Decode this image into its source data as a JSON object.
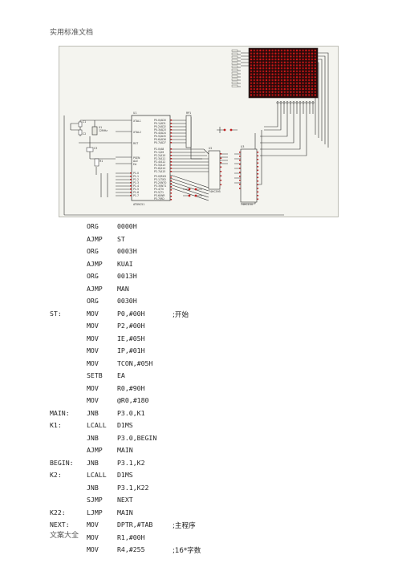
{
  "header": {
    "text": "实用标准文档"
  },
  "footer": {
    "text": "文案大全"
  },
  "schematic": {
    "labels": {
      "mcu_ref": "U1",
      "mcu_part": "AT89C51",
      "crystal_ref": "X1",
      "crystal_val": "12MHz",
      "cap1": "C1",
      "cap2": "C2",
      "cap3": "C3",
      "res1": "R1",
      "rp_ref": "RP1",
      "u2_ref": "U2",
      "u3_ref": "U3",
      "u3_part": "74HC154",
      "u2_part": "74HC595",
      "xtal1": "XTAL1",
      "xtal2": "XTAL2",
      "rst": "RST",
      "psen": "PSEN",
      "ale": "ALE",
      "ea": "EA",
      "p00": "P0.0/AD0",
      "p01": "P0.1/AD1",
      "p02": "P0.2/AD2",
      "p03": "P0.3/AD3",
      "p04": "P0.4/AD4",
      "p05": "P0.5/AD5",
      "p06": "P0.6/AD6",
      "p07": "P0.7/AD7",
      "p20": "P2.0/A8",
      "p21": "P2.1/A9",
      "p22": "P2.2/A10",
      "p23": "P2.3/A11",
      "p24": "P2.4/A12",
      "p25": "P2.5/A13",
      "p26": "P2.6/A14",
      "p27": "P2.7/A15",
      "p10": "P1.0",
      "p11": "P1.1",
      "p12": "P1.2",
      "p13": "P1.3",
      "p14": "P1.4",
      "p15": "P1.5",
      "p16": "P1.6",
      "p17": "P1.7",
      "p30": "P3.0/RXD",
      "p31": "P3.1/TXD",
      "p32": "P3.2/INT0",
      "p33": "P3.3/INT1",
      "p34": "P3.4/T0",
      "p35": "P3.5/T1",
      "p36": "P3.6/WR",
      "p37": "P3.7/RD"
    },
    "colors": {
      "wire": "#2b2b2b",
      "led_on": "#d01818",
      "led_off": "#5a1a1a",
      "pin": "#c02020",
      "body": "#f7f7f2"
    }
  },
  "code": [
    {
      "label": "",
      "op": "ORG",
      "arg": "0000H",
      "comment": ""
    },
    {
      "label": "",
      "op": "AJMP",
      "arg": "ST",
      "comment": ""
    },
    {
      "label": "",
      "op": "ORG",
      "arg": "0003H",
      "comment": ""
    },
    {
      "label": "",
      "op": "AJMP",
      "arg": "KUAI",
      "comment": ""
    },
    {
      "label": "",
      "op": "ORG",
      "arg": "0013H",
      "comment": ""
    },
    {
      "label": "",
      "op": "AJMP",
      "arg": "MAN",
      "comment": ""
    },
    {
      "label": "",
      "op": "ORG",
      "arg": "0030H",
      "comment": ""
    },
    {
      "label": "ST:",
      "op": "MOV",
      "arg": "P0,#00H",
      "comment": ";开始"
    },
    {
      "label": "",
      "op": "MOV",
      "arg": "P2,#00H",
      "comment": ""
    },
    {
      "label": "",
      "op": "MOV",
      "arg": "IE,#05H",
      "comment": ""
    },
    {
      "label": "",
      "op": "MOV",
      "arg": "IP,#01H",
      "comment": ""
    },
    {
      "label": "",
      "op": "MOV",
      "arg": "TCON,#05H",
      "comment": ""
    },
    {
      "label": "",
      "op": "SETB",
      "arg": "EA",
      "comment": ""
    },
    {
      "label": "",
      "op": "MOV",
      "arg": "R0,#90H",
      "comment": ""
    },
    {
      "label": "",
      "op": "MOV",
      "arg": "@R0,#180",
      "comment": ""
    },
    {
      "label": "MAIN:",
      "op": "JNB",
      "arg": "P3.0,K1",
      "comment": ""
    },
    {
      "label": "K1:",
      "op": "LCALL",
      "arg": "D1MS",
      "comment": ""
    },
    {
      "label": "",
      "op": "JNB",
      "arg": "P3.0,BEGIN",
      "comment": ""
    },
    {
      "label": "",
      "op": "AJMP",
      "arg": "MAIN",
      "comment": ""
    },
    {
      "label": "BEGIN:",
      "op": "JNB",
      "arg": "P3.1,K2",
      "comment": ""
    },
    {
      "label": "K2:",
      "op": "LCALL",
      "arg": "D1MS",
      "comment": ""
    },
    {
      "label": "",
      "op": "JNB",
      "arg": "P3.1,K22",
      "comment": ""
    },
    {
      "label": "",
      "op": "SJMP",
      "arg": "NEXT",
      "comment": ""
    },
    {
      "label": "K22:",
      "op": "LJMP",
      "arg": "MAIN",
      "comment": ""
    },
    {
      "label": "NEXT:",
      "op": "MOV",
      "arg": "DPTR,#TAB",
      "comment": ";主程序"
    },
    {
      "label": "",
      "op": "MOV",
      "arg": "R1,#00H",
      "comment": ""
    },
    {
      "label": "",
      "op": "MOV",
      "arg": "R4,#255",
      "comment": ";16*字数"
    }
  ]
}
